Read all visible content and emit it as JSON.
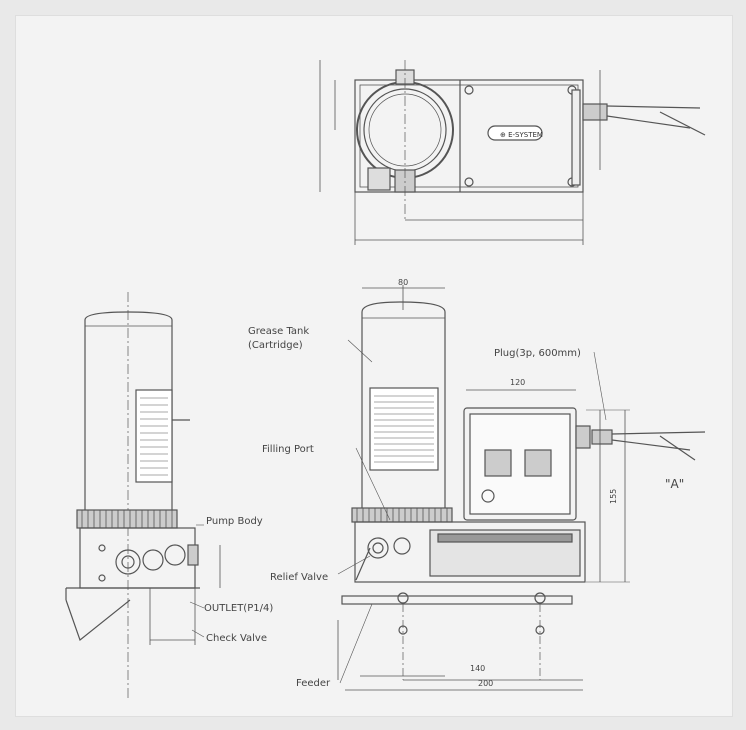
{
  "labels": {
    "grease_tank": "Grease Tank",
    "cartridge": "(Cartridge)",
    "plug": "Plug(3p, 600mm)",
    "filling_port": "Filling Port",
    "relief_valve": "Relief Valve",
    "pump_body": "Pump Body",
    "outlet": "OUTLET(P1/4)",
    "check_valve": "Check Valve",
    "feeder": "Feeder",
    "view_a": "\"A\"",
    "brand": "⊕ E-SYSTEM"
  },
  "dims": {
    "d_120": "120",
    "d_140": "140",
    "d_155": "155",
    "d_200": "200",
    "d_80": "80"
  },
  "colors": {
    "line": "#555555",
    "background": "#f3f3f3"
  }
}
